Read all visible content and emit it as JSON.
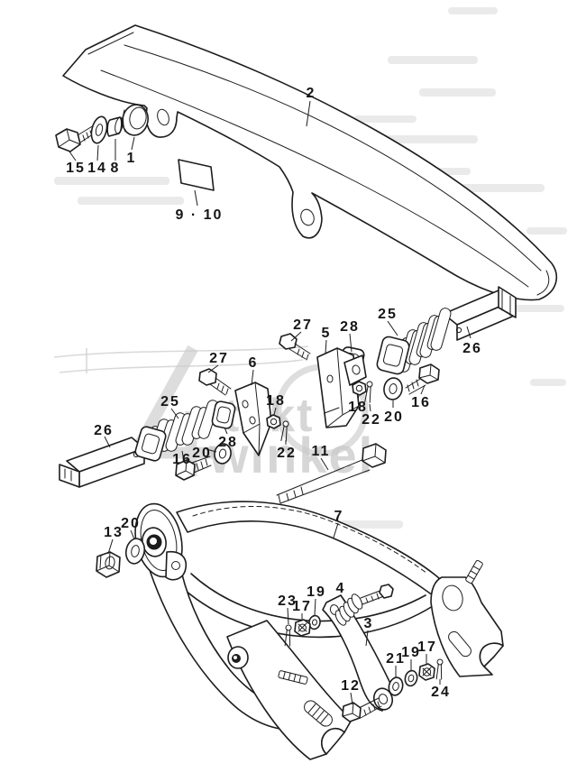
{
  "diagram": {
    "type": "exploded-parts-diagram",
    "subject": "motorcycle chain guard, footpeg and swingarm assembly"
  },
  "watermark": {
    "numeral": "4",
    "line1": "takt",
    "line2": "winkel",
    "color": "#c9c9c9"
  },
  "colors": {
    "ink": "#1d1d1d",
    "paper": "#ffffff",
    "watermark": "#c9c9c9"
  },
  "parts": [
    {
      "label": "15"
    },
    {
      "label": "14"
    },
    {
      "label": "8"
    },
    {
      "label": "1"
    },
    {
      "label": "2"
    },
    {
      "label": "9 · 10"
    },
    {
      "label": "27"
    },
    {
      "label": "5"
    },
    {
      "label": "28"
    },
    {
      "label": "25"
    },
    {
      "label": "26"
    },
    {
      "label": "16"
    },
    {
      "label": "20"
    },
    {
      "label": "22"
    },
    {
      "label": "18"
    },
    {
      "label": "27"
    },
    {
      "label": "6"
    },
    {
      "label": "18"
    },
    {
      "label": "28"
    },
    {
      "label": "22"
    },
    {
      "label": "25"
    },
    {
      "label": "26"
    },
    {
      "label": "16"
    },
    {
      "label": "20"
    },
    {
      "label": "11"
    },
    {
      "label": "7"
    },
    {
      "label": "13"
    },
    {
      "label": "20"
    },
    {
      "label": "4"
    },
    {
      "label": "19"
    },
    {
      "label": "17"
    },
    {
      "label": "23"
    },
    {
      "label": "3"
    },
    {
      "label": "21"
    },
    {
      "label": "19"
    },
    {
      "label": "17"
    },
    {
      "label": "24"
    },
    {
      "label": "12"
    }
  ]
}
